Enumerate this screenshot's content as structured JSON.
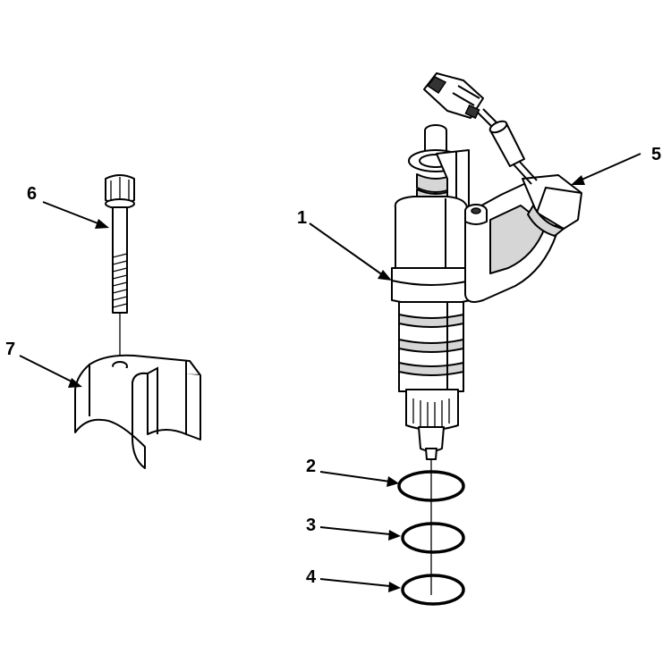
{
  "callouts": {
    "c1": "1",
    "c2": "2",
    "c3": "3",
    "c4": "4",
    "c5": "5",
    "c6": "6",
    "c7": "7"
  },
  "icons": {
    "injector": "fuel-injector-icon",
    "bolt": "bolt-icon",
    "clamp": "clamp-icon",
    "harness": "wiring-connector-icon",
    "orings": "o-ring-icon"
  }
}
